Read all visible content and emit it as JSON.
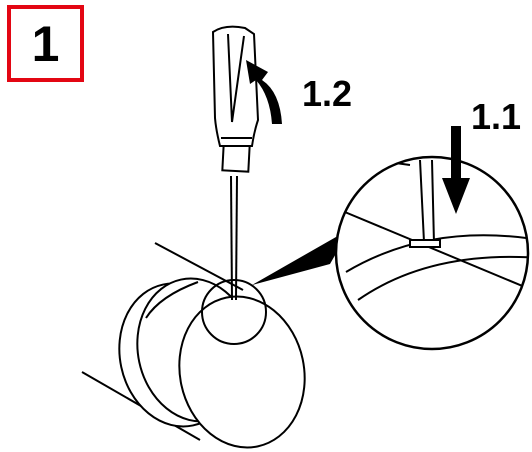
{
  "step": {
    "number": "1",
    "frame_color": "#e30613"
  },
  "labels": {
    "sub_step_1_1": "1.1",
    "sub_step_1_2": "1.2"
  },
  "colors": {
    "line": "#000000",
    "background": "#ffffff"
  },
  "icons": {
    "tool": "screwdriver-icon",
    "part": "roller-wheel-icon",
    "push_arrow": "arrow-down-icon",
    "lever_arrow": "curved-arrow-icon"
  }
}
